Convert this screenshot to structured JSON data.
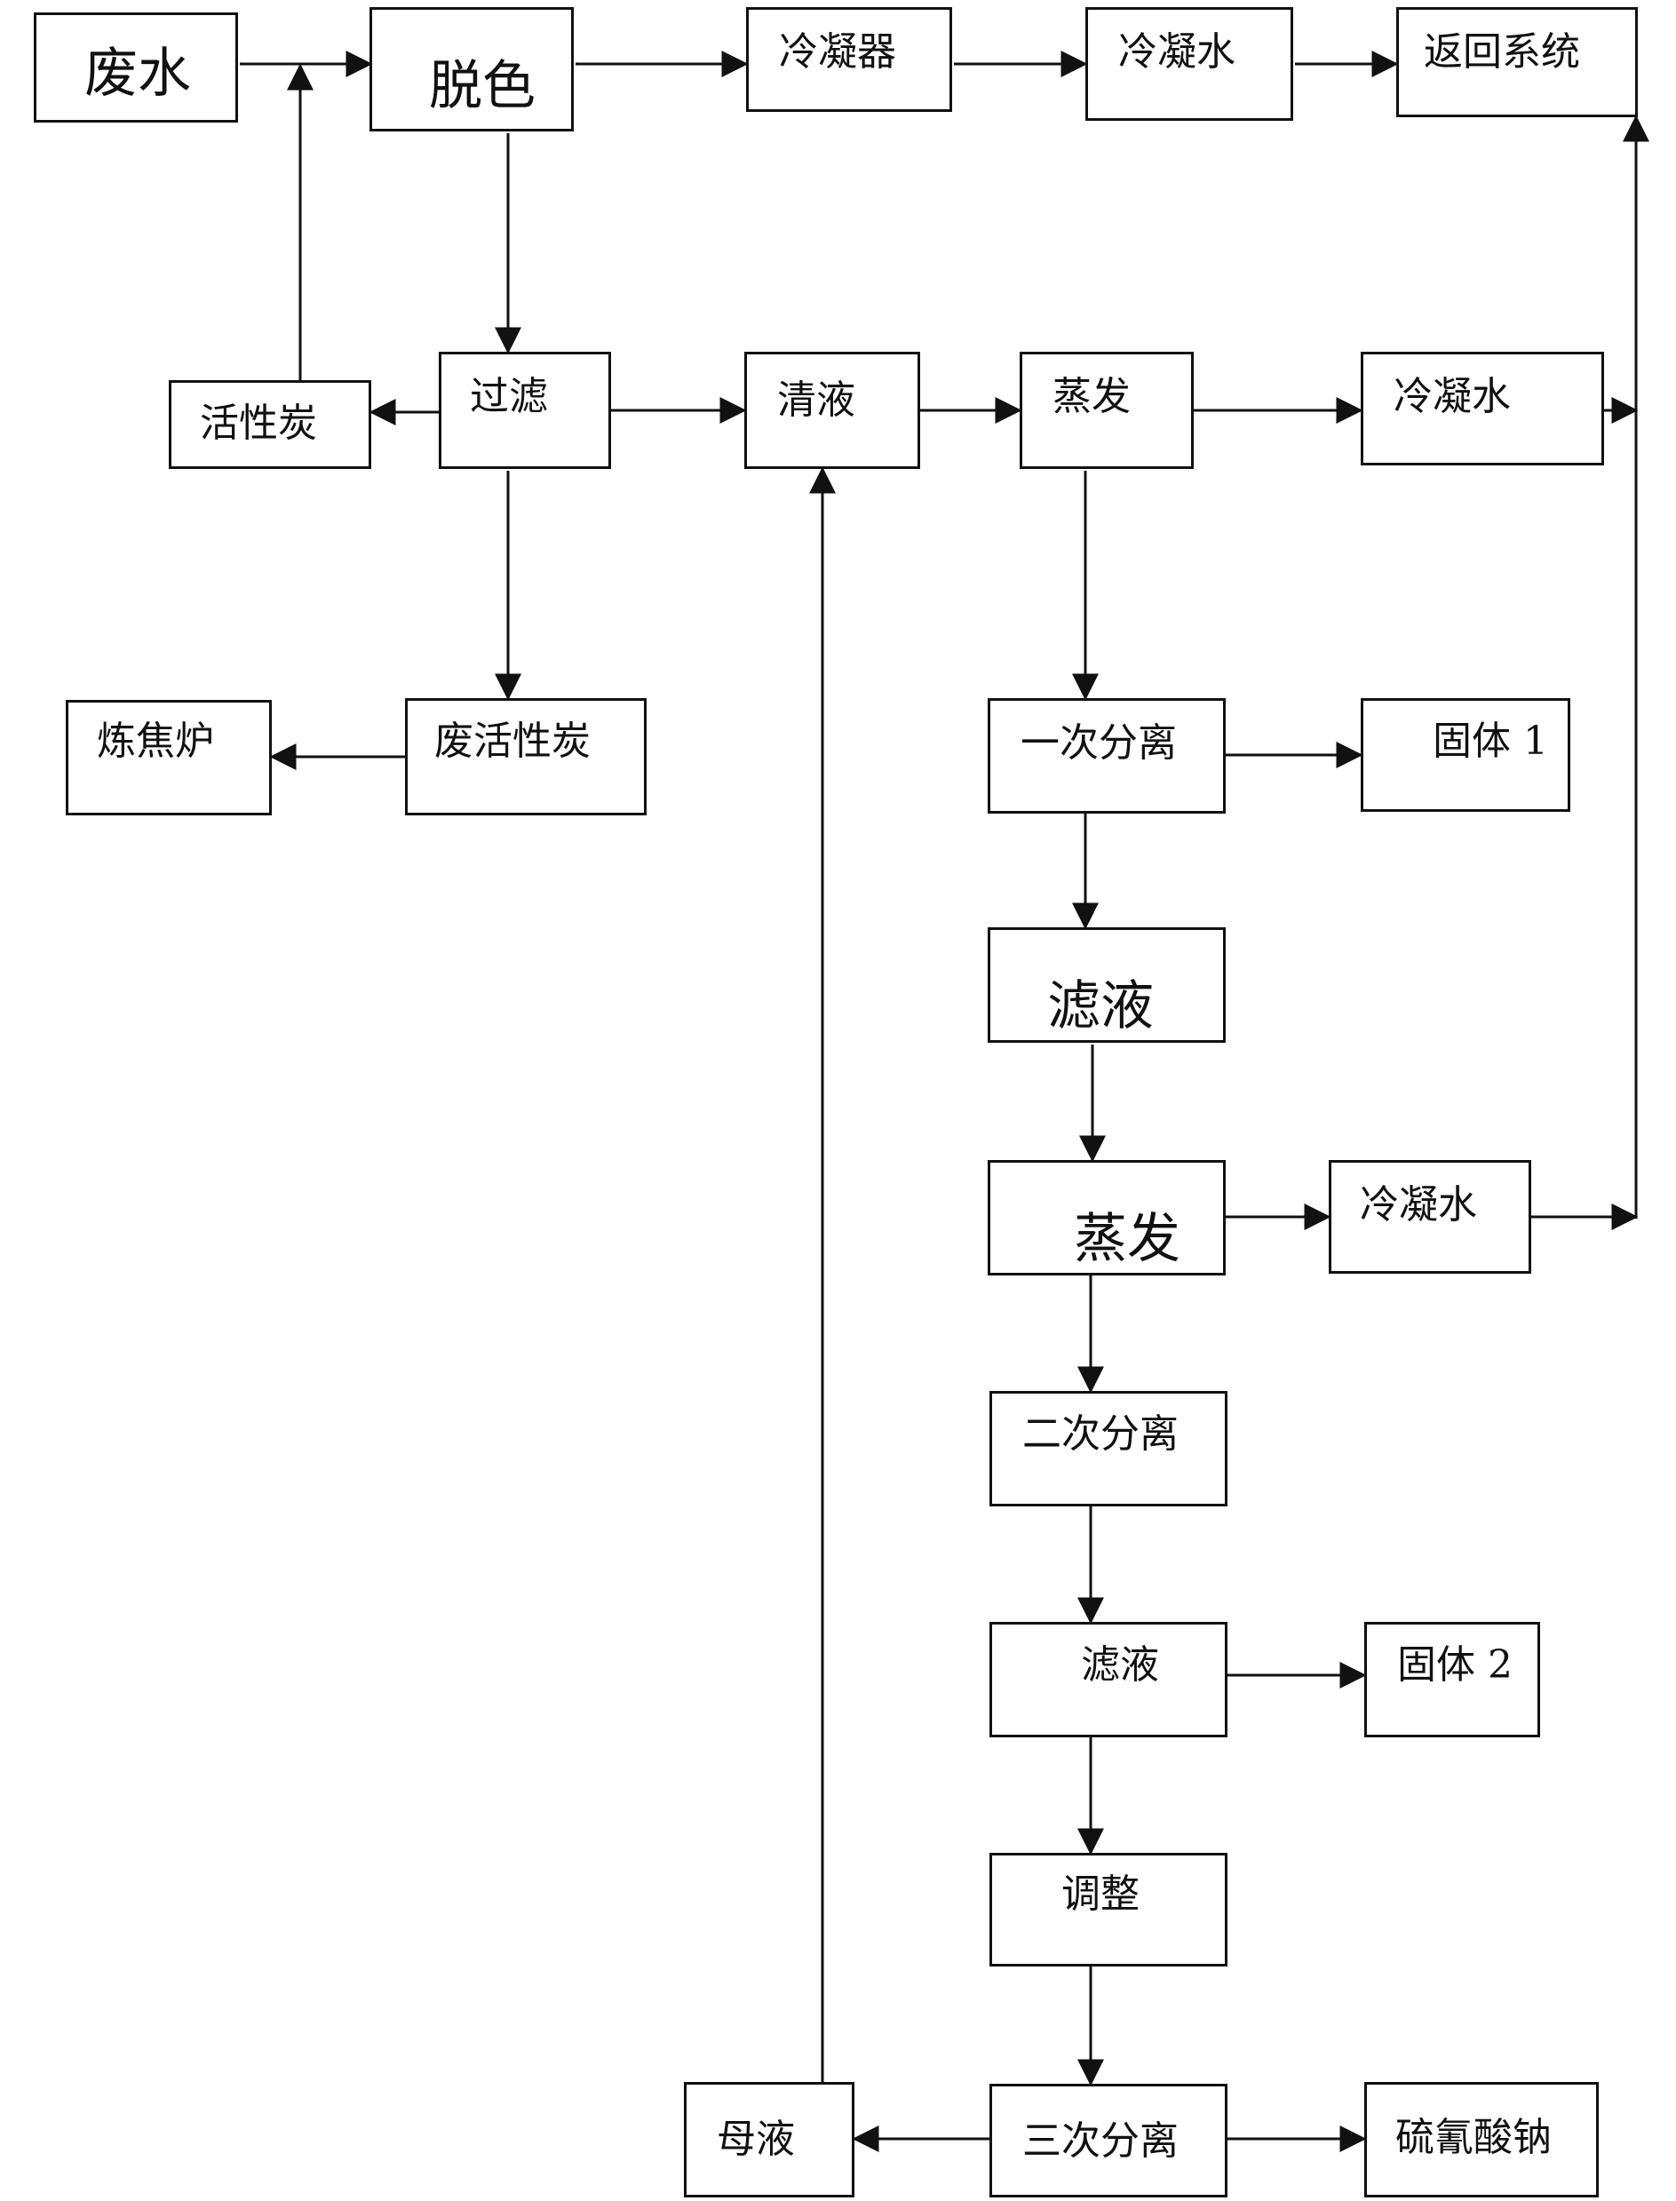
{
  "diagram": {
    "nodes": {
      "wastewater": "废水",
      "decolor": "脱色",
      "condenser": "冷凝器",
      "condensate_top": "冷凝水",
      "return_system": "返回系统",
      "activated_carbon": "活性炭",
      "filtration": "过滤",
      "clear_liquid": "清液",
      "evaporation_1": "蒸发",
      "condensate_mid": "冷凝水",
      "coke_oven": "炼焦炉",
      "spent_carbon": "废活性炭",
      "separation_1": "一次分离",
      "solid_1": "固体 1",
      "filtrate_1": "滤液",
      "evaporation_2": "蒸发",
      "condensate_low": "冷凝水",
      "separation_2": "二次分离",
      "filtrate_2": "滤液",
      "solid_2": "固体 2",
      "adjustment": "调整",
      "mother_liquor": "母液",
      "separation_3": "三次分离",
      "sodium_thiocyanate": "硫氰酸钠"
    }
  }
}
